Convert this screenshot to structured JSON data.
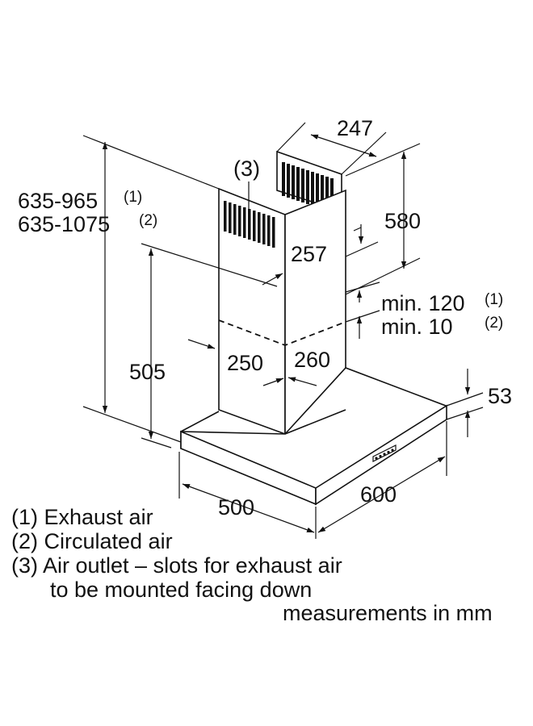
{
  "labels": {
    "height_total_1": "635-965",
    "height_total_1_note": "(1)",
    "height_total_2": "635-1075",
    "height_total_2_note": "(2)",
    "outlet_marker": "(3)",
    "chimney_depth": "247",
    "chimney_height": "580",
    "chimney_width": "257",
    "min_gap_1": "min. 120",
    "min_gap_1_note": "(1)",
    "min_gap_2": "min. 10",
    "min_gap_2_note": "(2)",
    "duct_left": "250",
    "duct_right": "260",
    "canopy_height": "505",
    "canopy_thickness": "53",
    "hood_depth": "500",
    "hood_width": "600"
  },
  "legend": [
    "(1) Exhaust air",
    "(2) Circulated air",
    "(3) Air outlet – slots for exhaust air",
    "to be mounted facing down"
  ],
  "units_note": "measurements in mm"
}
